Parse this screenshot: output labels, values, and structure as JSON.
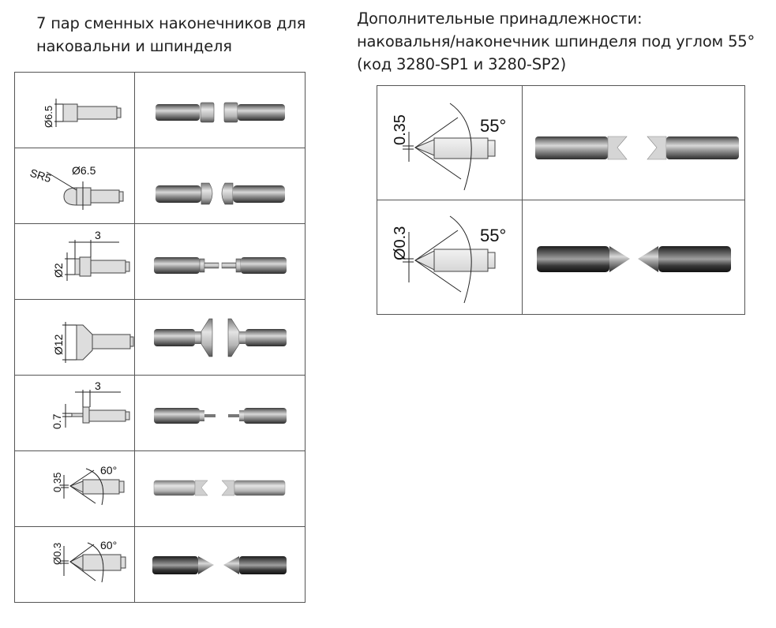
{
  "left_caption": {
    "line1": "7 пар сменных наконечников для",
    "line2": "наковальни и шпинделя"
  },
  "right_caption": {
    "line1": "Дополнительные принадлежности:",
    "line2": "наковальня/наконечник шпинделя под углом 55°",
    "line3": "(код 3280-SP1 и 3280-SP2)"
  },
  "left_rows": [
    {
      "kind": "flat",
      "labels": [
        "Ø6.5"
      ]
    },
    {
      "kind": "spherical",
      "labels": [
        "SR5",
        "Ø6.5"
      ]
    },
    {
      "kind": "blade",
      "labels": [
        "3",
        "Ø2"
      ]
    },
    {
      "kind": "disc",
      "labels": [
        "Ø12"
      ]
    },
    {
      "kind": "thin-blade",
      "labels": [
        "3",
        "0.7"
      ]
    },
    {
      "kind": "chisel",
      "labels": [
        "0.35",
        "60°"
      ]
    },
    {
      "kind": "cone",
      "labels": [
        "Ø0.3",
        "60°"
      ]
    }
  ],
  "right_rows": [
    {
      "kind": "chisel",
      "labels": [
        "0.35",
        "55°"
      ]
    },
    {
      "kind": "cone",
      "labels": [
        "Ø0.3",
        "55°"
      ]
    }
  ]
}
